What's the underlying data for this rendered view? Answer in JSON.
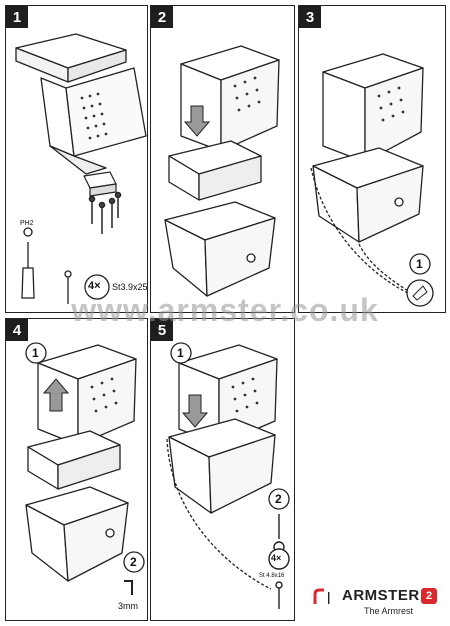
{
  "steps": [
    {
      "number": "1"
    },
    {
      "number": "2"
    },
    {
      "number": "3"
    },
    {
      "number": "4"
    },
    {
      "number": "5"
    }
  ],
  "step1": {
    "tool_label": "PH2",
    "screw_count": "4×",
    "screw_size": "St3.9x25"
  },
  "step3": {
    "callout": "1"
  },
  "step4": {
    "callout_1": "1",
    "callout_2": "2",
    "hex_size": "3mm"
  },
  "step5": {
    "callout_1": "1",
    "callout_2": "2",
    "screw_count": "4×",
    "screw_size": "St 4.8x16"
  },
  "watermark": "www.armster.co.uk",
  "brand": {
    "name": "ARMSTER",
    "badge": "2",
    "tagline": "The Armrest",
    "accent_color": "#d9292f"
  }
}
